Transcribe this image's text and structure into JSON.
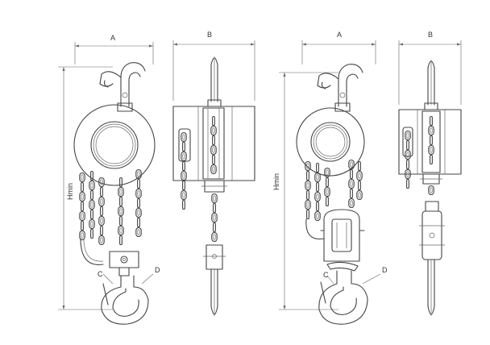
{
  "labels": {
    "left_front_width": "A",
    "left_side_width": "B",
    "right_front_width": "A",
    "right_side_width": "B",
    "left_height": "Hmin",
    "right_height": "Hmin",
    "left_hook_c": "C",
    "left_hook_d": "D",
    "right_hook_c": "C",
    "right_hook_d": "D"
  }
}
